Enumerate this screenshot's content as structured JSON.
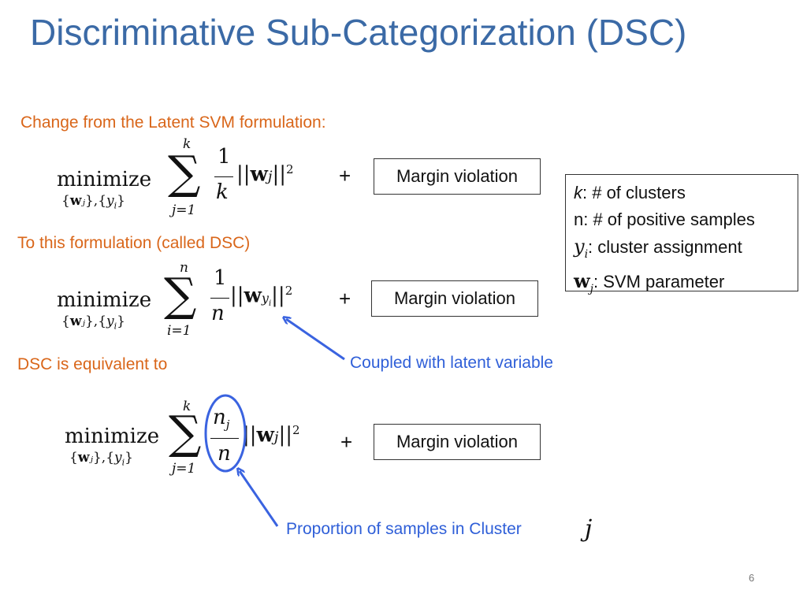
{
  "title": "Discriminative Sub-Categorization (DSC)",
  "labels": {
    "change": "Change from the Latent SVM formulation:",
    "to_this": "To this formulation (called DSC)",
    "equivalent": "DSC is equivalent to"
  },
  "equations": [
    {
      "minimize": "minimize",
      "subscript": "{wj},{yi}",
      "sum_top": "k",
      "sum_bottom": "j=1",
      "frac_num": "1",
      "frac_den": "k",
      "norm": "||wj||2",
      "plus": "+",
      "box": "Margin violation"
    },
    {
      "minimize": "minimize",
      "subscript": "{wj},{yi}",
      "sum_top": "n",
      "sum_bottom": "i=1",
      "frac_num": "1",
      "frac_den": "n",
      "norm": "||wyi||2",
      "plus": "+",
      "box": "Margin violation"
    },
    {
      "minimize": "minimize",
      "subscript": "{wj},{yi}",
      "sum_top": "k",
      "sum_bottom": "j=1",
      "frac_num": "nj",
      "frac_den": "n",
      "norm": "||wj||2",
      "plus": "+",
      "box": "Margin violation"
    }
  ],
  "legend": [
    {
      "symbol": "k",
      "text": ": # of clusters"
    },
    {
      "symbol": "",
      "text": "n: # of positive samples"
    },
    {
      "symbol": "yi",
      "text": ": cluster assignment"
    },
    {
      "symbol": "wj",
      "text": ": SVM parameter"
    }
  ],
  "annotations": {
    "coupled": "Coupled with latent variable",
    "proportion": "Proportion of samples in Cluster",
    "proportion_symbol": "j"
  },
  "page_number": "6",
  "colors": {
    "title": "#3b6aa6",
    "label": "#d9661a",
    "annotation": "#2f5fd8"
  }
}
